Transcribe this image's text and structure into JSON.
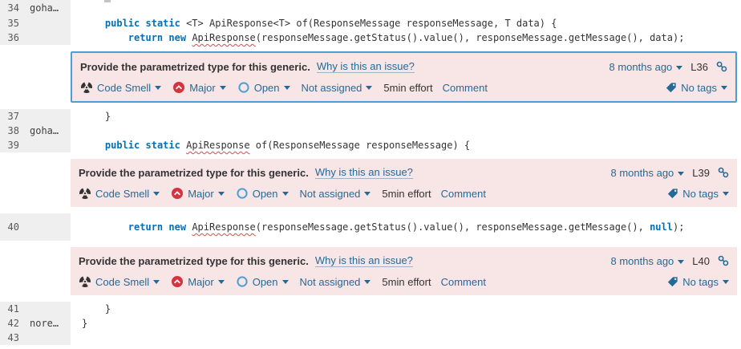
{
  "colors": {
    "issue_bg": "#f8e5e5",
    "selected_border": "#4b9fd5",
    "link": "#236a97",
    "keyword": "#0071ba",
    "severity_major": "#d4333f",
    "squiggle": "#e0484f",
    "gutter_bg": "#efefef",
    "code_text": "#333333"
  },
  "icons": {
    "code_smell": "code-smell-wheel",
    "severity_major": "chevron-up-in-red-circle",
    "status_open": "blue-circle-outline",
    "tag": "tag",
    "permalink": "chain-links",
    "dropdown": "caret-down"
  },
  "code": {
    "lines": [
      {
        "num": "34",
        "author": "goha…",
        "tokens": []
      },
      {
        "num": "35",
        "tokens": [
          "    ",
          "public",
          " ",
          "static",
          " <T> ApiResponse<T> of(ResponseMessage responseMessage, T data) {"
        ]
      },
      {
        "num": "36",
        "tokens": [
          "        ",
          "return",
          " ",
          "new",
          " ",
          "ApiResponse",
          "(responseMessage.getStatus().value(), responseMessage.getMessage(), data);"
        ]
      },
      {
        "num": "37",
        "tokens": [
          "    }"
        ]
      },
      {
        "num": "38",
        "author": "goha…",
        "tokens": []
      },
      {
        "num": "39",
        "tokens": [
          "    ",
          "public",
          " ",
          "static",
          " ",
          "ApiResponse",
          " of(ResponseMessage responseMessage) {"
        ]
      },
      {
        "num": "40",
        "tokens": [
          "        ",
          "return",
          " ",
          "new",
          " ",
          "ApiResponse",
          "(responseMessage.getStatus().value(), responseMessage.getMessage(), ",
          "null",
          ");"
        ]
      },
      {
        "num": "41",
        "tokens": [
          "    }"
        ]
      },
      {
        "num": "42",
        "author": "nore…",
        "tokens": [
          "}"
        ]
      },
      {
        "num": "43",
        "tokens": []
      }
    ]
  },
  "issues": [
    {
      "message": "Provide the parametrized type for this generic.",
      "why_link": "Why is this an issue?",
      "age": "8 months ago",
      "line_label": "L36",
      "type_label": "Code Smell",
      "severity_label": "Major",
      "status_label": "Open",
      "assignee_label": "Not assigned",
      "effort": "5min effort",
      "comment_label": "Comment",
      "tags_label": "No tags",
      "selected": true
    },
    {
      "message": "Provide the parametrized type for this generic.",
      "why_link": "Why is this an issue?",
      "age": "8 months ago",
      "line_label": "L39",
      "type_label": "Code Smell",
      "severity_label": "Major",
      "status_label": "Open",
      "assignee_label": "Not assigned",
      "effort": "5min effort",
      "comment_label": "Comment",
      "tags_label": "No tags",
      "selected": false
    },
    {
      "message": "Provide the parametrized type for this generic.",
      "why_link": "Why is this an issue?",
      "age": "8 months ago",
      "line_label": "L40",
      "type_label": "Code Smell",
      "severity_label": "Major",
      "status_label": "Open",
      "assignee_label": "Not assigned",
      "effort": "5min effort",
      "comment_label": "Comment",
      "tags_label": "No tags",
      "selected": false
    }
  ]
}
